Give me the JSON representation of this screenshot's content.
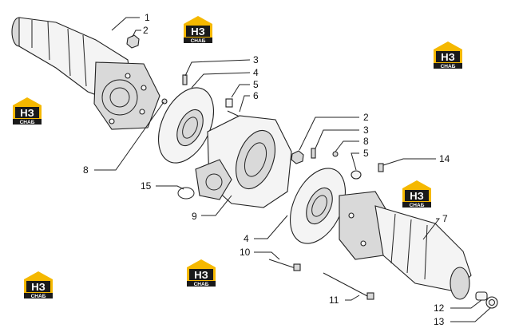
{
  "callouts": [
    {
      "id": "c1",
      "text": "1"
    },
    {
      "id": "c2a",
      "text": "2"
    },
    {
      "id": "c3a",
      "text": "3"
    },
    {
      "id": "c4a",
      "text": "4"
    },
    {
      "id": "c5a",
      "text": "5"
    },
    {
      "id": "c6",
      "text": "6"
    },
    {
      "id": "c8a",
      "text": "8"
    },
    {
      "id": "c15",
      "text": "15"
    },
    {
      "id": "c9",
      "text": "9"
    },
    {
      "id": "c2b",
      "text": "2"
    },
    {
      "id": "c3b",
      "text": "3"
    },
    {
      "id": "c8b",
      "text": "8"
    },
    {
      "id": "c5b",
      "text": "5"
    },
    {
      "id": "c14",
      "text": "14"
    },
    {
      "id": "c7",
      "text": "7"
    },
    {
      "id": "c4b",
      "text": "4"
    },
    {
      "id": "c10",
      "text": "10"
    },
    {
      "id": "c11",
      "text": "11"
    },
    {
      "id": "c12",
      "text": "12"
    },
    {
      "id": "c13",
      "text": "13"
    }
  ],
  "watermark": {
    "logo_text": "НЗ",
    "sub_text": "СНАБ",
    "accent_color": "#f5b800",
    "dark_color": "#1a1a1a"
  }
}
